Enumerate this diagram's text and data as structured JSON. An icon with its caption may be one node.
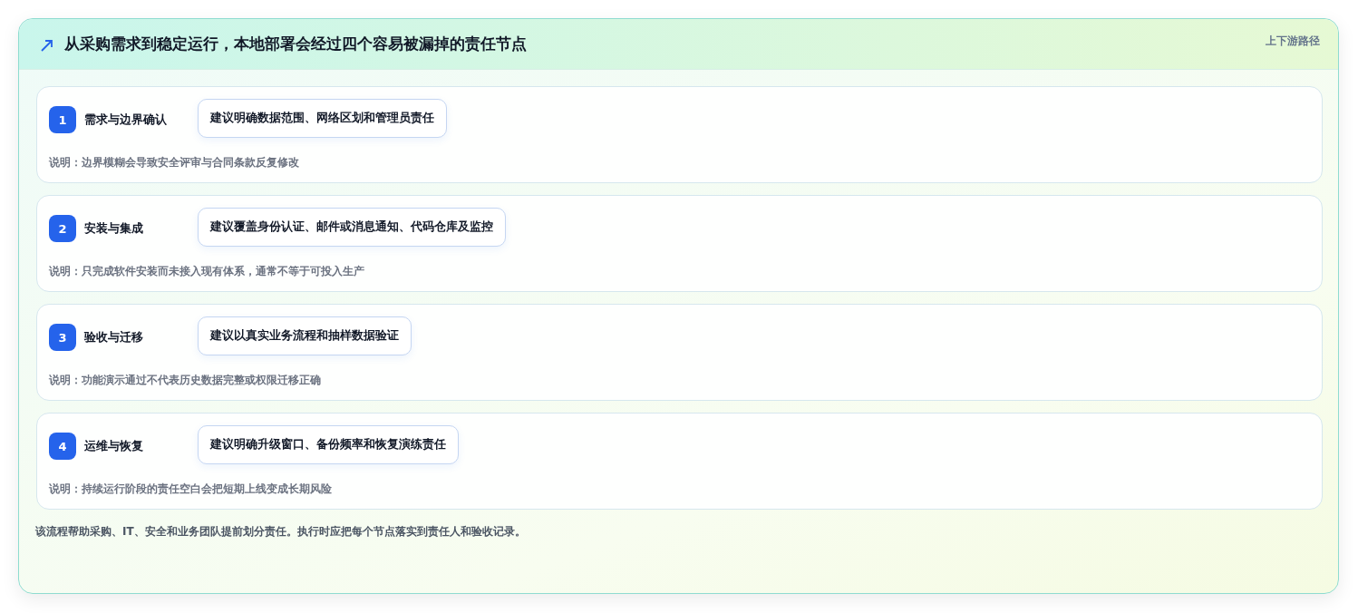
{
  "diagram": {
    "title": "从采购需求到稳定运行，本地部署会经过四个容易被漏掉的责任节点",
    "caption": "该流程帮助采购、IT、安全和业务团队提前划分责任。执行时应把每个节点落实到责任人和验收记录。",
    "nodes": [
      {
        "text": [
          "需求与边界确认",
          "说明：边界模糊会导致安全评审与合同条款反复修改"
        ]
      },
      {
        "text": [
          "1"
        ],
        "in": 0
      },
      {
        "text": [
          "建议明确数据范围、网络区划和管理员责任"
        ],
        "in": 0
      },
      {
        "text": [
          "安装与集成",
          "说明：只完成软件安装而未接入现有体系，通常不等于可投入生产"
        ]
      },
      {
        "text": [
          "2"
        ],
        "in": 3
      },
      {
        "text": [
          "建议覆盖身份认证、邮件或消息通知、代码仓库及监控"
        ],
        "in": 3
      },
      {
        "text": [
          "验收与迁移",
          "说明：功能演示通过不代表历史数据完整或权限迁移正确"
        ]
      },
      {
        "text": [
          "3"
        ],
        "in": 6
      },
      {
        "text": [
          "建议以真实业务流程和抽样数据验证"
        ],
        "in": 6
      },
      {
        "text": [
          "运维与恢复",
          "说明：持续运行阶段的责任空白会把短期上线变成长期风险"
        ]
      },
      {
        "text": [
          "4"
        ],
        "in": 9
      },
      {
        "text": [
          "建议明确升级窗口、备份频率和恢复演练责任"
        ],
        "in": 9
      }
    ],
    "labels": [
      "上下游路径"
    ]
  }
}
